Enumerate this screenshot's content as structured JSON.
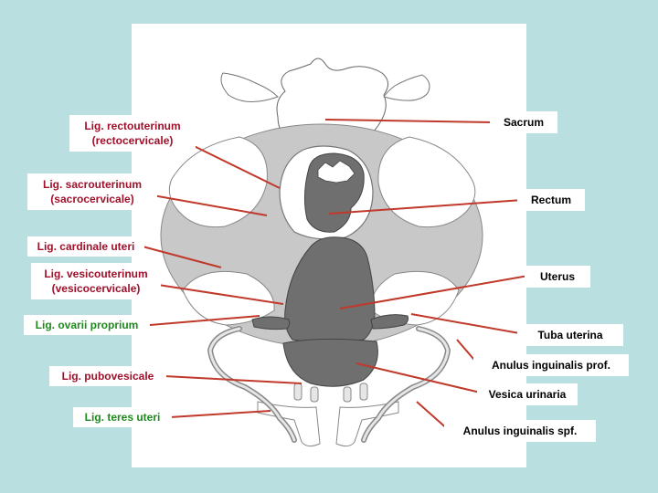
{
  "colors": {
    "background": "#b9dfe1",
    "ligament_label": "#a0102a",
    "ovary_label": "#1e8a1e",
    "organ_label": "#000000",
    "pointer": "#c0392b",
    "organ_fill": "#6f6f6f",
    "ligament_fill": "#c8c8c8"
  },
  "labels": {
    "lig_rectouterinum": "Lig. rectouterinum",
    "lig_rectouterinum_alt": "(rectocervicale)",
    "lig_sacrouterinum": "Lig. sacrouterinum",
    "lig_sacrouterinum_alt": "(sacrocervicale)",
    "lig_cardinale": "Lig. cardinale uteri",
    "lig_vesicouterinum": "Lig. vesicouterinum",
    "lig_vesicouterinum_alt": "(vesicocervicale)",
    "lig_ovarii": "Lig. ovarii proprium",
    "lig_pubovesicale": "Lig. pubovesicale",
    "lig_teres": "Lig. teres uteri",
    "sacrum": "Sacrum",
    "rectum": "Rectum",
    "uterus": "Uterus",
    "tuba": "Tuba uterina",
    "anulus_prof": "Anulus inguinalis prof.",
    "vesica": "Vesica urinaria",
    "anulus_spf": "Anulus inguinalis spf."
  }
}
